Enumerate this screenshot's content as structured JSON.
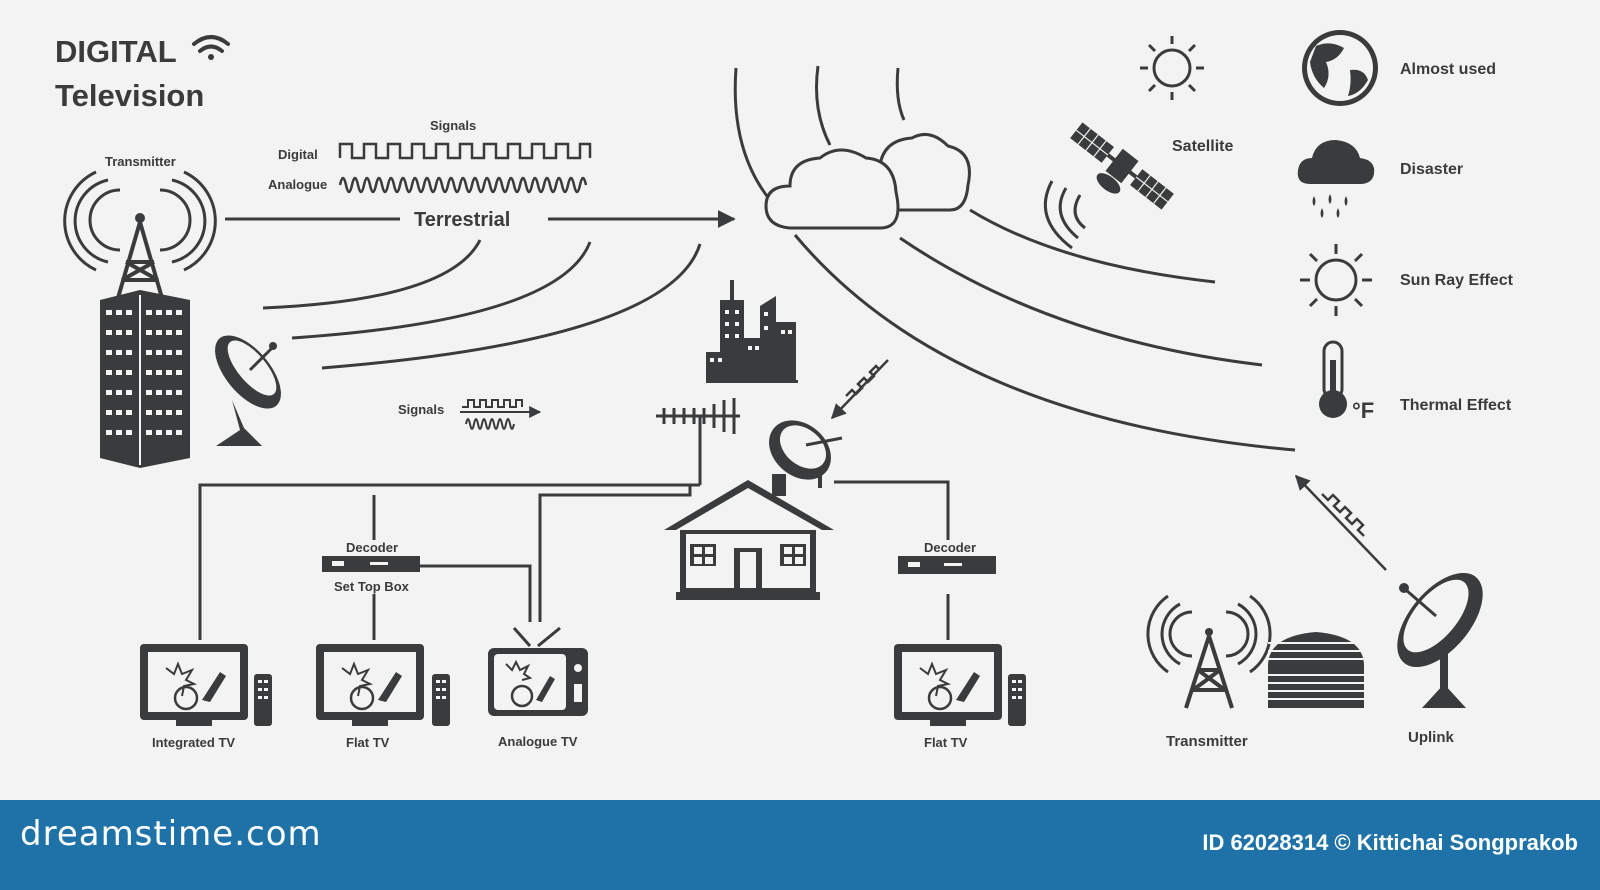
{
  "title": {
    "line1": "DIGITAL",
    "line2": "Television"
  },
  "broadcast": {
    "transmitter_label": "Transmitter",
    "signals_label": "Signals",
    "digital_label": "Digital",
    "analogue_label": "Analogue",
    "terrestrial_label": "Terrestrial",
    "signals_small_label": "Signals"
  },
  "home": {
    "decoder_left_label": "Decoder",
    "set_top_box_label": "Set Top Box",
    "decoder_right_label": "Decoder",
    "tv_integrated_label": "Integrated TV",
    "tv_flat_left_label": "Flat TV",
    "tv_analogue_label": "Analogue TV",
    "tv_flat_right_label": "Flat TV"
  },
  "space": {
    "satellite_label": "Satellite",
    "ground_transmitter_label": "Transmitter",
    "uplink_label": "Uplink"
  },
  "legend": [
    {
      "icon": "globe-icon",
      "label": "Almost used"
    },
    {
      "icon": "rain-cloud-icon",
      "label": "Disaster"
    },
    {
      "icon": "sun-icon",
      "label": "Sun Ray Effect"
    },
    {
      "icon": "thermometer-icon",
      "label": "Thermal Effect"
    }
  ],
  "thermometer_unit": "°F",
  "footer": {
    "logo": "dreamstime.com",
    "credit": "ID 62028314 © Kittichai Songprakob"
  },
  "colors": {
    "ink": "#3a3b3c",
    "background": "#f3f3f3",
    "footer": "#1f72a8"
  }
}
